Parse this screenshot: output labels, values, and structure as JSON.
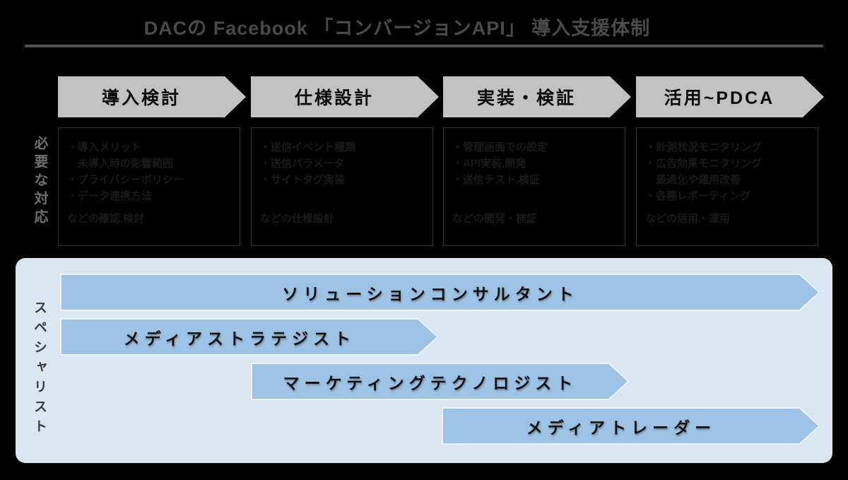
{
  "title": "DACの Facebook 「コンバージョンAPI」 導入支援体制",
  "left_labels": {
    "tasks": "必要な対応",
    "specialists": "スペシャリスト"
  },
  "stages": [
    {
      "label": "導入検討",
      "items": [
        "・導入メリット",
        "　未導入時の影響範囲",
        "・プライバシーポリシー",
        "・データ連携方法"
      ],
      "footer": "などの確認,検討"
    },
    {
      "label": "仕様設計",
      "items": [
        "・送信イベント種類",
        "・送信パラメータ",
        "・サイトタグ実装"
      ],
      "footer": "などの仕様設計"
    },
    {
      "label": "実装・検証",
      "items": [
        "・管理画面での設定",
        "・API実装,開発",
        "・送信テスト,検証"
      ],
      "footer": "などの開発・検証"
    },
    {
      "label": "活用~PDCA",
      "items": [
        "・計測状況モニタリング",
        "・広告効果モニタリング",
        "　最適化や運用改善",
        "・各種レポーティング"
      ],
      "footer": "などの活用・運用"
    }
  ],
  "roles": [
    {
      "label": "ソリューションコンサルタント"
    },
    {
      "label": "メディアストラテジスト"
    },
    {
      "label": "マーケティングテクノロジスト"
    },
    {
      "label": "メディアトレーダー"
    }
  ],
  "colors": {
    "background": "#000000",
    "title_text": "#4a4a4a",
    "divider": "#515151",
    "stage_arrow": "#c2c2c2",
    "stage_arrow_text": "#0a0a0a",
    "task_box_bg": "#000000",
    "task_box_border": "#303030",
    "task_box_text": "#1a1a1a",
    "tasks_label_text": "#6f6f6f",
    "panel_bg": "#dbe6f3",
    "role_bar": "#9cc2e5",
    "role_bar_border": "#eef3fa",
    "role_bar_text": "#111111",
    "specialists_label_text": "#3a3a3a"
  }
}
